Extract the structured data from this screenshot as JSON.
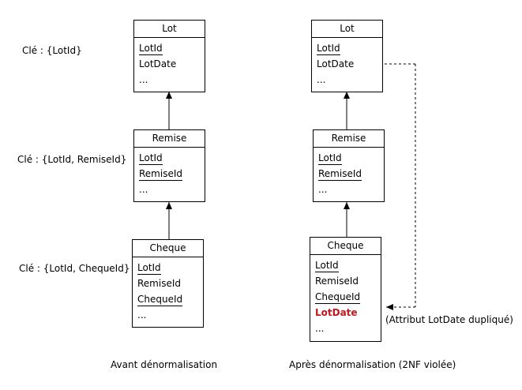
{
  "left": {
    "lot": {
      "title": "Lot",
      "attrs": [
        "LotId",
        "LotDate",
        "..."
      ],
      "key": "Clé : {LotId}"
    },
    "remise": {
      "title": "Remise",
      "attrs": [
        "LotId",
        "RemiseId",
        "..."
      ],
      "key": "Clé : {LotId, RemiseId}"
    },
    "cheque": {
      "title": "Cheque",
      "attrs": [
        "LotId",
        "RemiseId",
        "ChequeId",
        "..."
      ],
      "key": "Clé : {LotId, ChequeId}"
    },
    "caption": "Avant dénormalisation"
  },
  "right": {
    "lot": {
      "title": "Lot",
      "attrs": [
        "LotId",
        "LotDate",
        "..."
      ]
    },
    "remise": {
      "title": "Remise",
      "attrs": [
        "LotId",
        "RemiseId",
        "..."
      ]
    },
    "cheque": {
      "title": "Cheque",
      "attrs": [
        "LotId",
        "RemiseId",
        "ChequeId",
        "LotDate",
        "..."
      ]
    },
    "dup_note": "(Attribut LotDate dupliqué)",
    "caption": "Après dénormalisation (2NF violée)"
  },
  "colors": {
    "line": "#000000",
    "highlight": "#c0181f"
  }
}
